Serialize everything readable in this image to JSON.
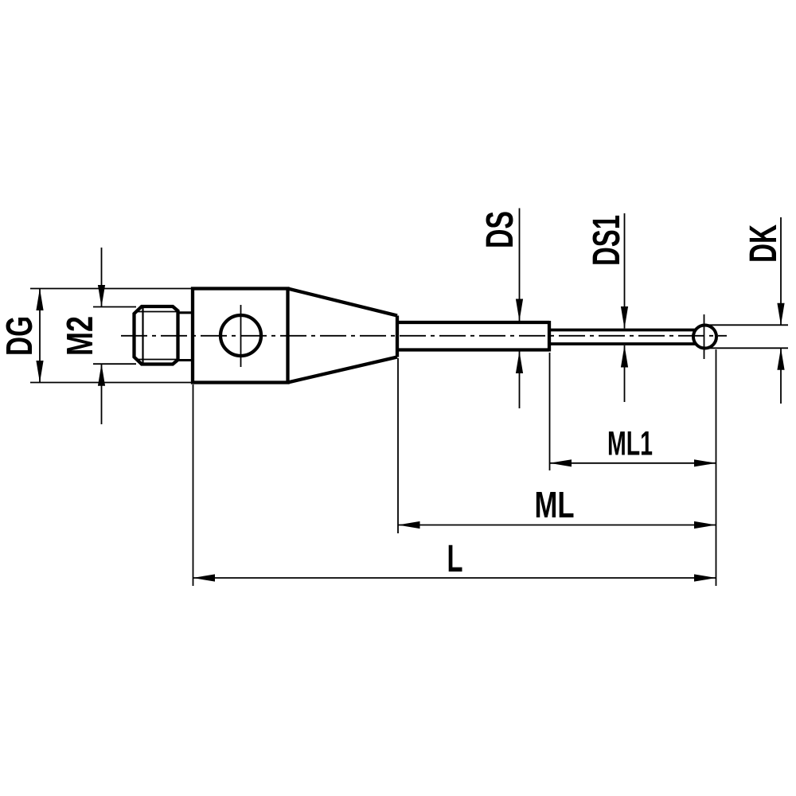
{
  "drawing": {
    "type": "technical-dimension-drawing",
    "subject": "CMM stylus with threaded shank, holder body, tapered cone, stepped stem and ball tip",
    "colors": {
      "ink": "#000000",
      "paper": "#ffffff"
    },
    "labels": {
      "dg": "DG",
      "m2": "M2",
      "ds": "DS",
      "ds1": "DS1",
      "dk": "DK",
      "ml1": "ML1",
      "ml": "ML",
      "l": "L"
    }
  }
}
